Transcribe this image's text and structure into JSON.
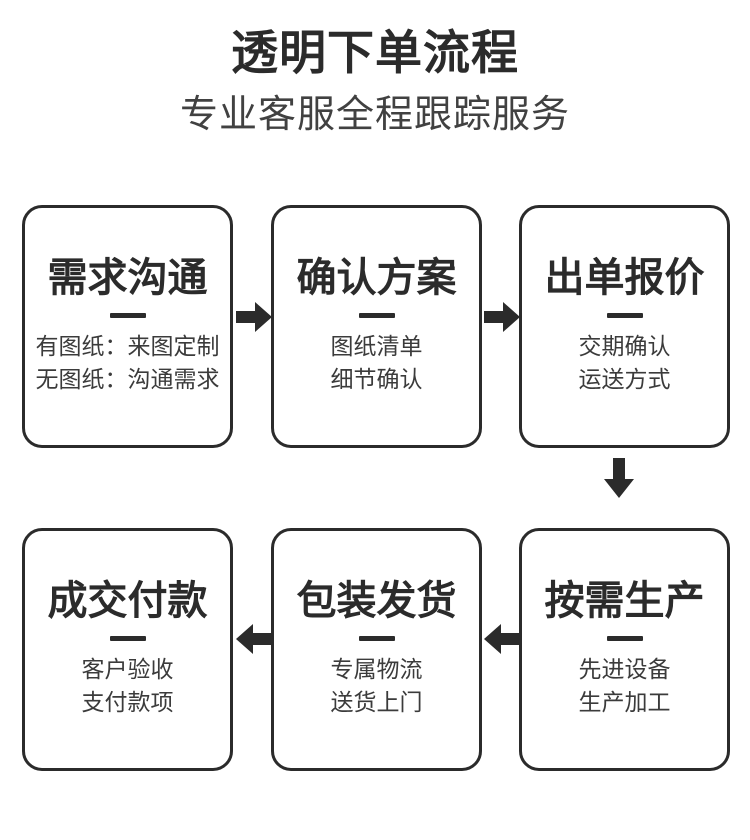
{
  "header": {
    "title": "透明下单流程",
    "subtitle": "专业客服全程跟踪服务"
  },
  "colors": {
    "ink": "#2b2b2b",
    "sub_ink": "#3b3b3b",
    "background": "#ffffff",
    "border": "#2b2b2b"
  },
  "flow": {
    "steps": [
      {
        "id": "step-1",
        "title": "需求沟通",
        "lines": [
          "有图纸：来图定制",
          "无图纸：沟通需求"
        ]
      },
      {
        "id": "step-2",
        "title": "确认方案",
        "lines": [
          "图纸清单",
          "细节确认"
        ]
      },
      {
        "id": "step-3",
        "title": "出单报价",
        "lines": [
          "交期确认",
          "运送方式"
        ]
      },
      {
        "id": "step-4",
        "title": "按需生产",
        "lines": [
          "先进设备",
          "生产加工"
        ]
      },
      {
        "id": "step-5",
        "title": "包装发货",
        "lines": [
          "专属物流",
          "送货上门"
        ]
      },
      {
        "id": "step-6",
        "title": "成交付款",
        "lines": [
          "客户验收",
          "支付款项"
        ]
      }
    ],
    "connectors": [
      {
        "id": "connector-1",
        "direction": "right",
        "from": "step-1",
        "to": "step-2"
      },
      {
        "id": "connector-2",
        "direction": "right",
        "from": "step-2",
        "to": "step-3"
      },
      {
        "id": "connector-3",
        "direction": "down",
        "from": "step-3",
        "to": "step-4"
      },
      {
        "id": "connector-4",
        "direction": "left",
        "from": "step-4",
        "to": "step-5"
      },
      {
        "id": "connector-5",
        "direction": "left",
        "from": "step-5",
        "to": "step-6"
      }
    ]
  }
}
